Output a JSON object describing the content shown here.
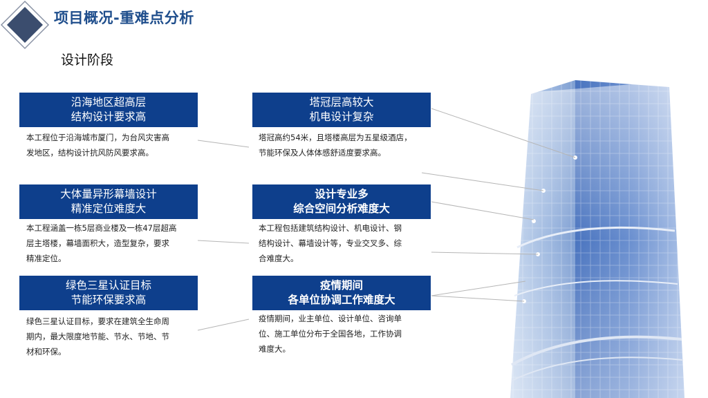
{
  "header": {
    "title": "项目概况-重难点分析",
    "section": "设计阶段"
  },
  "cards": [
    {
      "title": [
        "沿海地区超高层",
        "结构设计要求高"
      ],
      "body": [
        "本工程位于沿海城市厦门，为台风灾害高",
        "发地区，结构设计抗风防风要求高。"
      ]
    },
    {
      "title": [
        "塔冠层高较大",
        "机电设计复杂"
      ],
      "body": [
        "塔冠高约54米，且塔楼高层为五星级酒店，",
        "节能环保及人体体感舒适度要求高。"
      ]
    },
    {
      "title": [
        "大体量异形幕墙设计",
        "精准定位难度大"
      ],
      "body": [
        "本工程涵盖一栋5层商业楼及一栋47层超高",
        "层主塔楼，幕墙面积大，造型复杂，要求",
        "精准定位。"
      ]
    },
    {
      "title": [
        "设计专业多",
        "综合空间分析难度大"
      ],
      "body": [
        "本工程包括建筑结构设计、机电设计、钢",
        "结构设计、幕墙设计等，专业交叉多、综",
        "合难度大。"
      ]
    },
    {
      "title": [
        "绿色三星认证目标",
        "节能环保要求高"
      ],
      "body": [
        "绿色三星认证目标，要求在建筑全生命周",
        "期内，最大限度地节能、节水、节地、节",
        "材和环保。"
      ]
    },
    {
      "title": [
        "疫情期间",
        "各单位协调工作难度大"
      ],
      "body": [
        "疫情期间，业主单位、设计单位、咨询单",
        "位、施工单位分布于全国各地，工作协调",
        "难度大。"
      ]
    }
  ],
  "colors": {
    "header_blue": "#1f4e8c",
    "card_blue": "#0e3f8c",
    "logo_slate": "#3b4d6e"
  }
}
